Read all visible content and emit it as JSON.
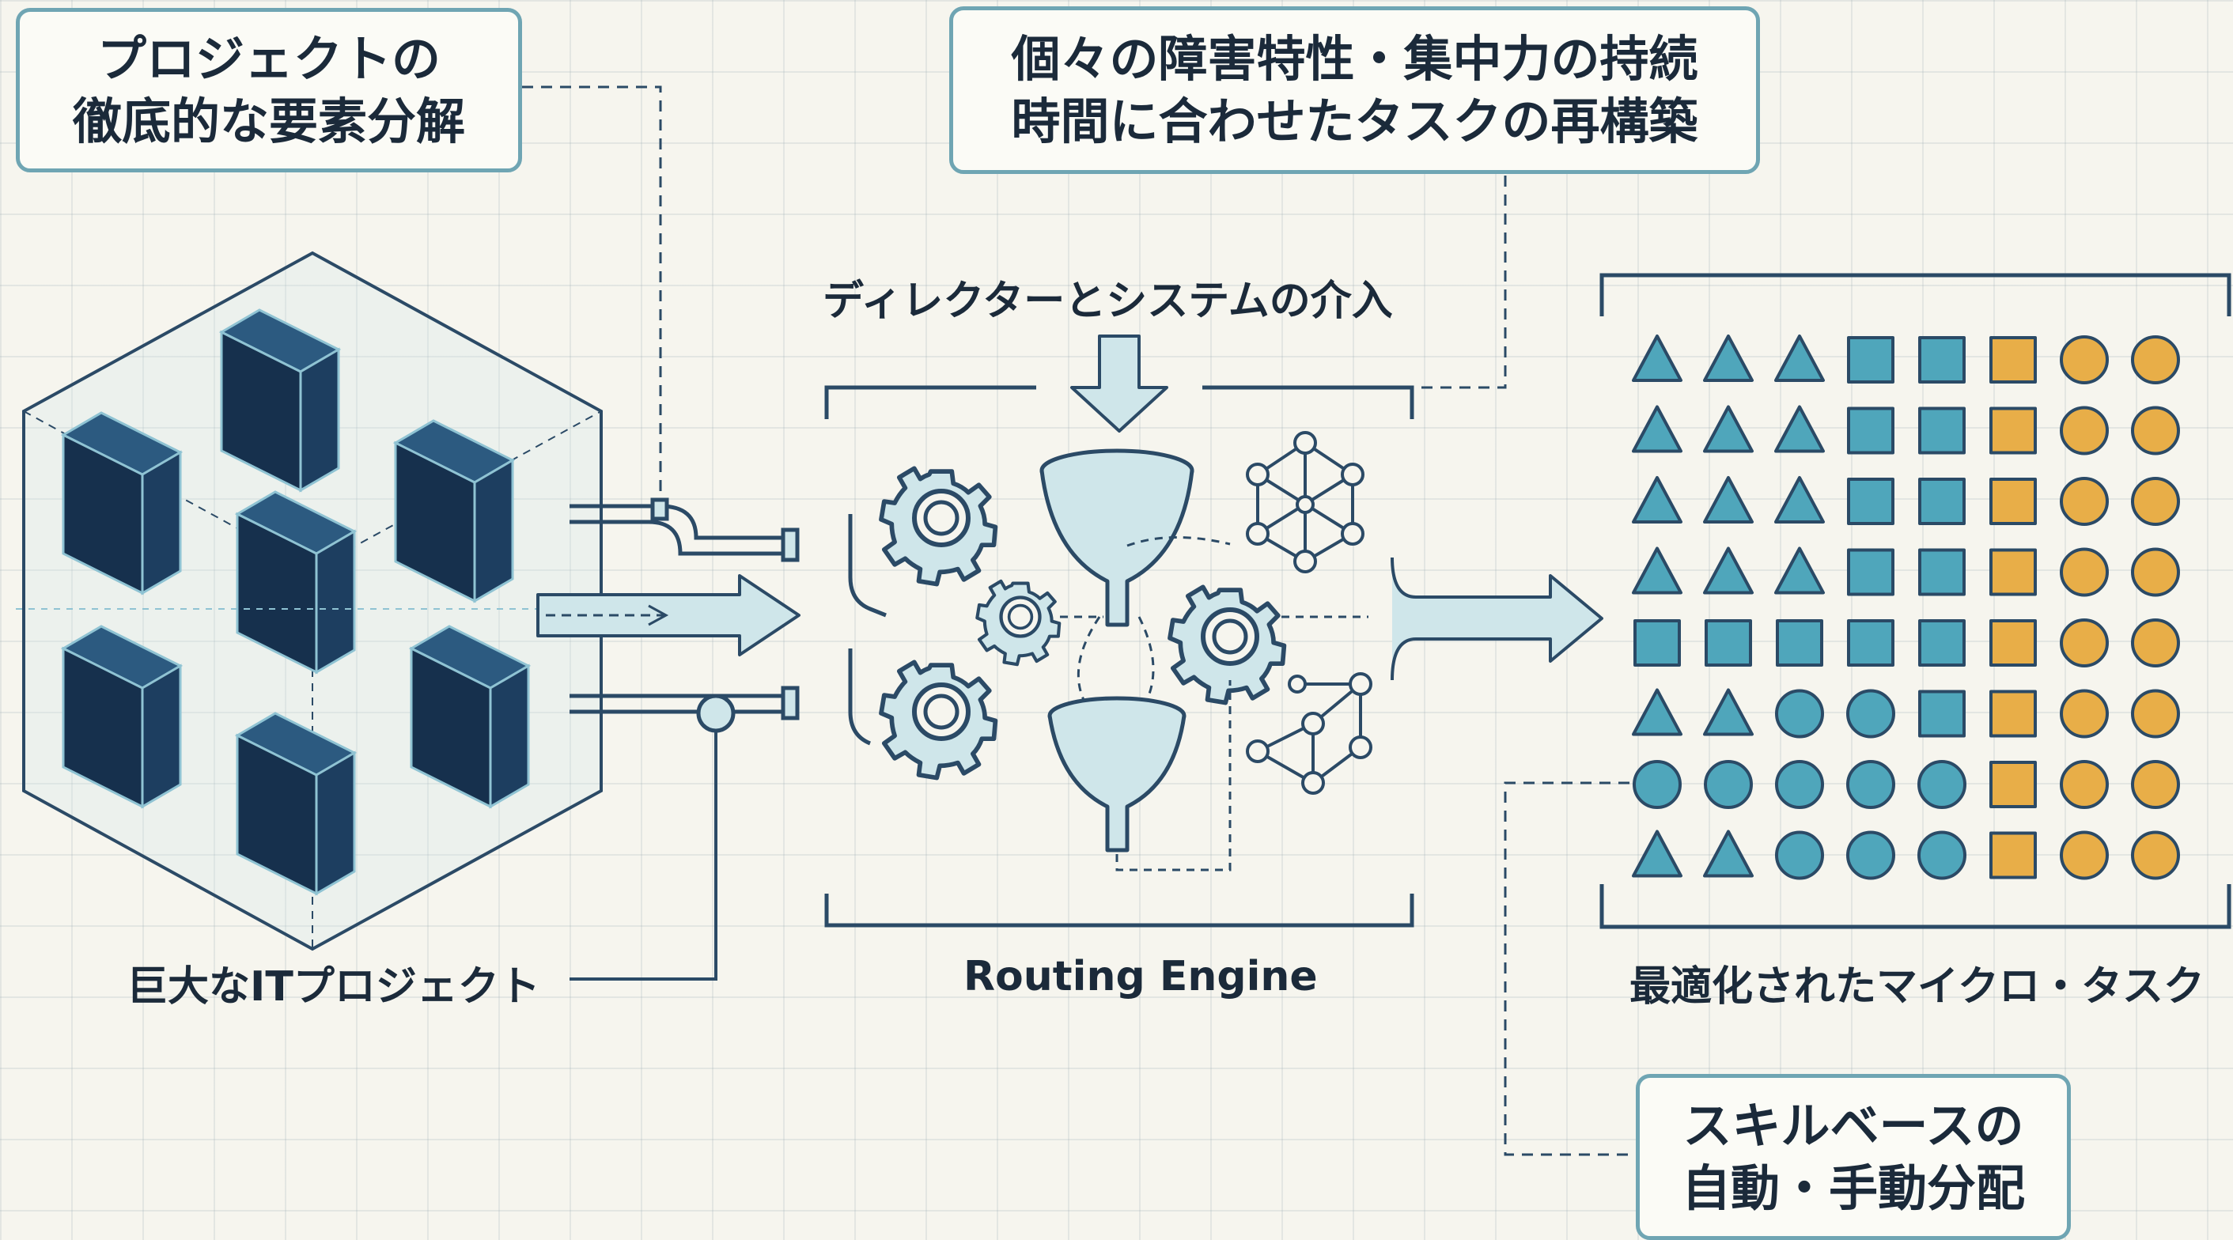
{
  "callouts": {
    "decomposition": [
      "プロジェクトの",
      "徹底的な要素分解"
    ],
    "restructure": [
      "個々の障害特性・集中力の持続",
      "時間に合わせたタスクの再構築"
    ],
    "allocation": [
      "スキルベースの",
      "自動・手動分配"
    ]
  },
  "labels": {
    "project": "巨大なITプロジェクト",
    "intervention": "ディレクターとシステムの介入",
    "engine": "Routing Engine",
    "tasks": "最適化されたマイクロ・タスク"
  },
  "task_grid": [
    [
      "triangle-teal",
      "triangle-teal",
      "triangle-teal",
      "square-teal",
      "square-teal",
      "square-orange",
      "circle-orange",
      "circle-orange"
    ],
    [
      "triangle-teal",
      "triangle-teal",
      "triangle-teal",
      "square-teal",
      "square-teal",
      "square-orange",
      "circle-orange",
      "circle-orange"
    ],
    [
      "triangle-teal",
      "triangle-teal",
      "triangle-teal",
      "square-teal",
      "square-teal",
      "square-orange",
      "circle-orange",
      "circle-orange"
    ],
    [
      "triangle-teal",
      "triangle-teal",
      "triangle-teal",
      "square-teal",
      "square-teal",
      "square-orange",
      "circle-orange",
      "circle-orange"
    ],
    [
      "square-teal",
      "square-teal",
      "square-teal",
      "square-teal",
      "square-teal",
      "square-orange",
      "circle-orange",
      "circle-orange"
    ],
    [
      "triangle-teal",
      "triangle-teal",
      "circle-teal",
      "circle-teal",
      "square-teal",
      "square-orange",
      "circle-orange",
      "circle-orange"
    ],
    [
      "circle-teal",
      "circle-teal",
      "circle-teal",
      "circle-teal",
      "circle-teal",
      "square-orange",
      "circle-orange",
      "circle-orange"
    ],
    [
      "triangle-teal",
      "triangle-teal",
      "circle-teal",
      "circle-teal",
      "circle-teal",
      "square-orange",
      "circle-orange",
      "circle-orange"
    ]
  ],
  "colors": {
    "teal": "#4fa6bb",
    "orange": "#e8ae48",
    "navy": "#173553",
    "line": "#2b4a66",
    "light": "#cfe6ea"
  }
}
